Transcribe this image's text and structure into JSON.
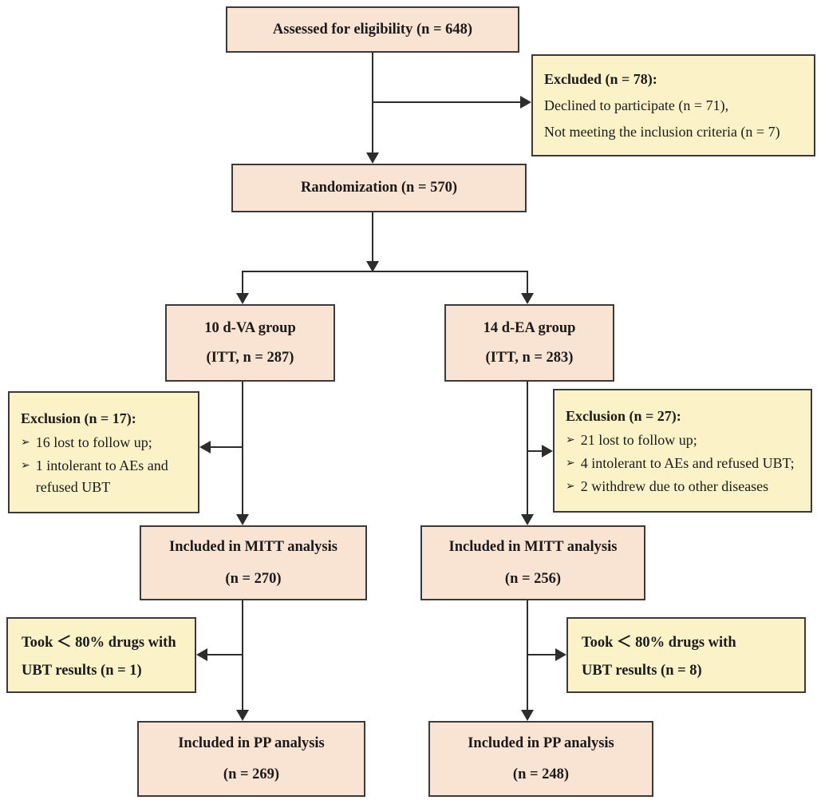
{
  "colors": {
    "box_pink": "#f9e3d2",
    "box_yellow": "#fbf2c7",
    "box_border": "#3a393b",
    "connector": "#2d2d2d"
  },
  "flowchart": {
    "bullet": "➢",
    "assessed": {
      "text": "Assessed for eligibility (n = 648)"
    },
    "excluded": {
      "title": "Excluded (n = 78):",
      "items": [
        "Declined to participate (n = 71),",
        "Not meeting the inclusion criteria (n = 7)"
      ]
    },
    "randomization": {
      "text": "Randomization (n = 570)"
    },
    "group_va": {
      "line1": "10 d-VA group",
      "line2": "(ITT, n = 287)"
    },
    "group_ea": {
      "line1": "14 d-EA group",
      "line2": "(ITT, n = 283)"
    },
    "exclusion_va": {
      "title": "Exclusion (n = 17):",
      "items": [
        "16 lost to follow up;",
        "1 intolerant to AEs and refused UBT"
      ]
    },
    "exclusion_ea": {
      "title": "Exclusion (n = 27):",
      "items": [
        "21 lost to follow up;",
        "4 intolerant to AEs and refused UBT;",
        "2 withdrew due to other diseases"
      ]
    },
    "mitt_va": {
      "line1": "Included in MITT analysis",
      "line2": "(n = 270)"
    },
    "mitt_ea": {
      "line1": "Included in MITT analysis",
      "line2": "(n = 256)"
    },
    "took_va": {
      "line1": "Took ＜ 80% drugs with",
      "line2": "UBT results (n = 1)"
    },
    "took_ea": {
      "line1": "Took ＜ 80% drugs with",
      "line2": "UBT results (n = 8)"
    },
    "pp_va": {
      "line1": "Included in PP analysis",
      "line2": "(n = 269)"
    },
    "pp_ea": {
      "line1": "Included in PP analysis",
      "line2": "(n = 248)"
    }
  }
}
